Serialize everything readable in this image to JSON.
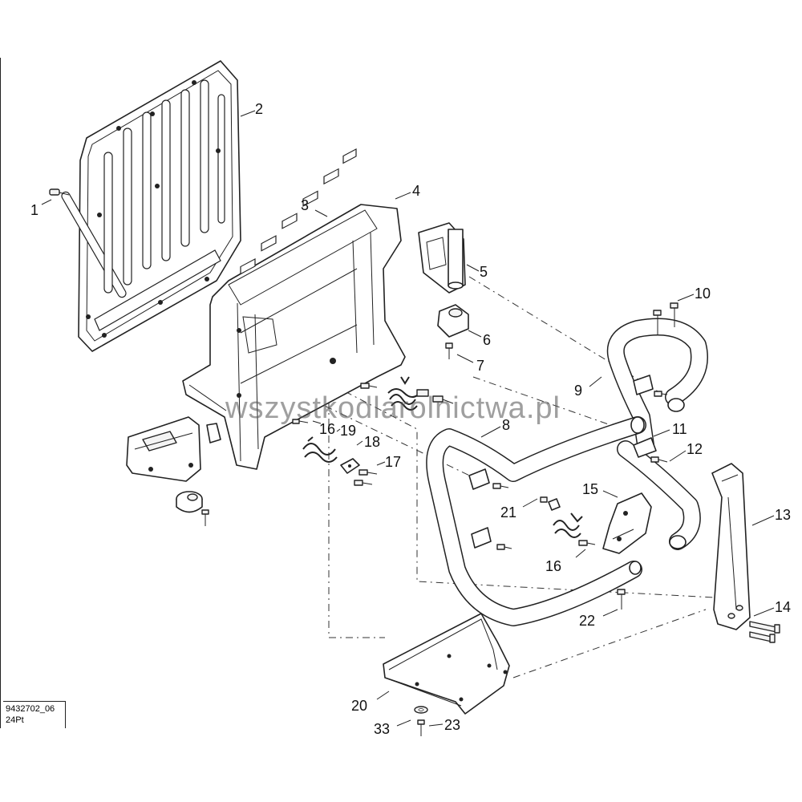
{
  "watermark": "wszystkodlarolnictwa.pl",
  "drawing": {
    "code": "9432702_06",
    "variant": "24Pt"
  },
  "callouts": [
    {
      "id": "c1",
      "label": "1"
    },
    {
      "id": "c2",
      "label": "2"
    },
    {
      "id": "c3",
      "label": "3"
    },
    {
      "id": "c4",
      "label": "4"
    },
    {
      "id": "c5",
      "label": "5"
    },
    {
      "id": "c6",
      "label": "6"
    },
    {
      "id": "c7",
      "label": "7"
    },
    {
      "id": "c8",
      "label": "8"
    },
    {
      "id": "c9",
      "label": "9"
    },
    {
      "id": "c10",
      "label": "10"
    },
    {
      "id": "c11",
      "label": "11"
    },
    {
      "id": "c12",
      "label": "12"
    },
    {
      "id": "c13",
      "label": "13"
    },
    {
      "id": "c14",
      "label": "14"
    },
    {
      "id": "c15",
      "label": "15"
    },
    {
      "id": "c16a",
      "label": "16"
    },
    {
      "id": "c16b",
      "label": "16"
    },
    {
      "id": "c17",
      "label": "17"
    },
    {
      "id": "c18",
      "label": "18"
    },
    {
      "id": "c19",
      "label": "19"
    },
    {
      "id": "c20",
      "label": "20"
    },
    {
      "id": "c21",
      "label": "21"
    },
    {
      "id": "c22",
      "label": "22"
    },
    {
      "id": "c23",
      "label": "23"
    },
    {
      "id": "c33",
      "label": "33"
    }
  ]
}
